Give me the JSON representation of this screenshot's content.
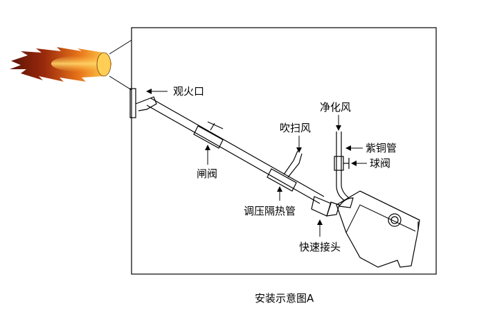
{
  "labels": {
    "sight_port": "观火口",
    "gate_valve": "闸阀",
    "purge_air": "吹扫风",
    "pressure_tube": "调压隔热管",
    "clean_air": "净化风",
    "copper_tube": "紫铜管",
    "ball_valve": "球阀",
    "quick_connector": "快速接头"
  },
  "caption": "安装示意图A",
  "colors": {
    "flame_core": "#ffd34d",
    "flame_mid": "#e8741a",
    "flame_outer": "#7a1d0a",
    "line": "#000000"
  }
}
